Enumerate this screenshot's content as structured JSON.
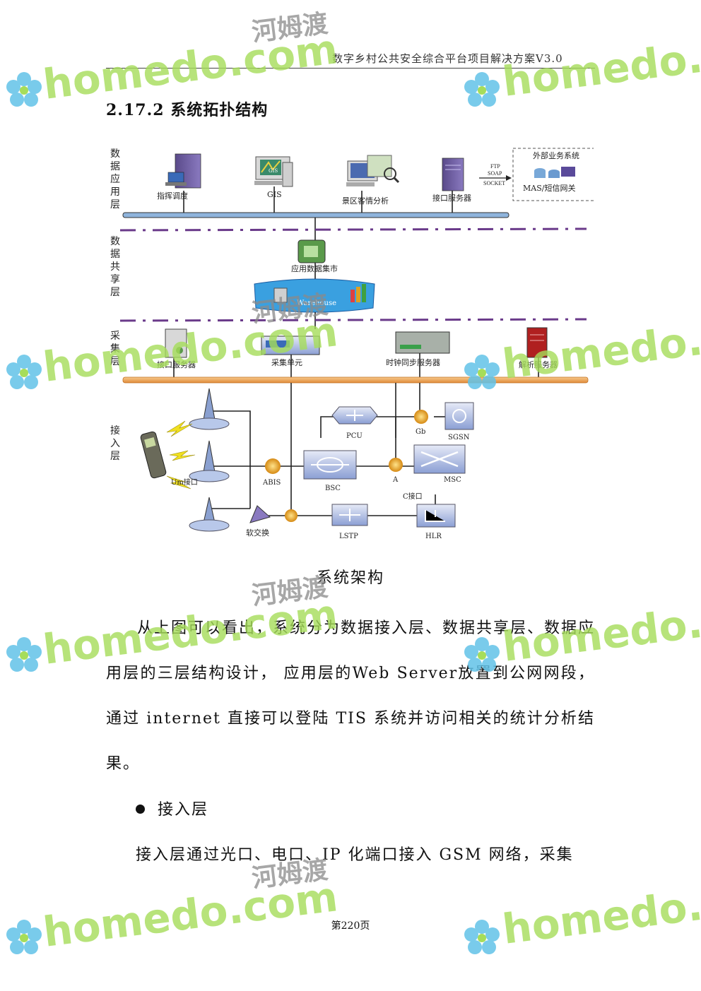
{
  "header": {
    "doc_title": "数字乡村公共安全综合平台项目解决方案V3.0"
  },
  "section": {
    "title": "2.17.2 系统拓扑结构"
  },
  "diagram": {
    "layers": {
      "app": "数据应用层",
      "share": "数据共享层",
      "collect": "采集层",
      "access": "接入层"
    },
    "nodes": {
      "command": "指挥调度",
      "gis_screen": "GIS",
      "gis": "GIS",
      "scenic": "景区客情分析",
      "iface_server_top": "接口服务器",
      "ftp": "FTP",
      "soap": "SOAP",
      "socket": "SOCKET",
      "external": "外部业务系统",
      "mas": "MAS/短信网关",
      "datamart": "应用数据集市",
      "warehouse": "Warehouse",
      "iface_server": "接口服务器",
      "collect_unit": "采集单元",
      "clock_server": "时钟同步服务器",
      "parse_server": "解析服务器",
      "pcu": "PCU",
      "gb": "Gb",
      "sgsn": "SGSN",
      "um": "Um接口",
      "abis": "ABIS",
      "bsc": "BSC",
      "a": "A",
      "msc": "MSC",
      "c_iface": "C接口",
      "softswitch": "软交换",
      "lstp": "LSTP",
      "hlr": "HLR"
    }
  },
  "caption": "系统架构",
  "paragraph": "从上图可以看出，系统分为数据接入层、数据共享层、数据应用层的三层结构设计， 应用层的Web Server放置到公网网段，通过 internet 直接可以登陆 TIS 系统并访问相关的统计分析结果。",
  "bullet": "接入层",
  "paragraph2": "接入层通过光口、电口、IP 化端口接入 GSM 网络，采集",
  "page_number": "第220页",
  "watermark": {
    "brand": "homedo.com",
    "cn": "河姆渡"
  },
  "colors": {
    "backbone_blue": "#8fb4dc",
    "collect_bus": "#f0a050",
    "layer_divider": "#6a3a8a",
    "watermark_green": "#a6dd5a"
  }
}
